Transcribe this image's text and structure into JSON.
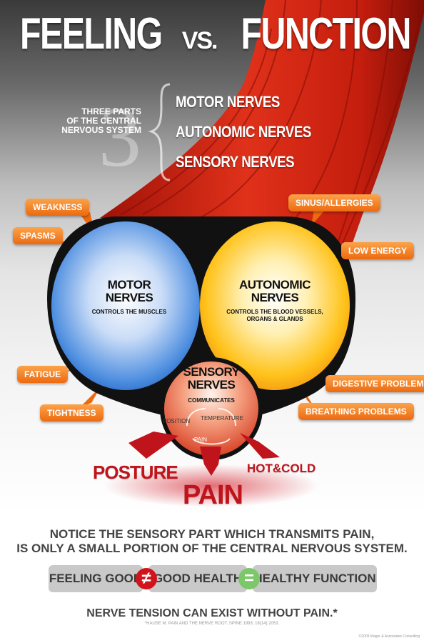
{
  "title": {
    "part1": "FEELING",
    "vs": "VS.",
    "part2": "FUNCTION"
  },
  "intro": {
    "number": "3",
    "label": "THREE PARTS\nOF THE CENTRAL\nNERVOUS SYSTEM"
  },
  "nerve_types": [
    "MOTOR NERVES",
    "AUTONOMIC NERVES",
    "SENSORY NERVES"
  ],
  "motor": {
    "title": "MOTOR\nNERVES",
    "subtitle": "CONTROLS THE MUSCLES"
  },
  "autonomic": {
    "title": "AUTONOMIC\nNERVES",
    "subtitle": "CONTROLS THE BLOOD VESSELS,\nORGANS & GLANDS"
  },
  "sensory": {
    "title": "SENSORY\nNERVES",
    "subtitle": "COMMUNICATES",
    "position": "POSITION",
    "temperature": "TEMPERATURE",
    "pain": "PAIN"
  },
  "callouts_left": [
    "WEAKNESS",
    "SPASMS",
    "FATIGUE",
    "TIGHTNESS"
  ],
  "callouts_right": [
    "SINUS/ALLERGIES",
    "LOW ENERGY",
    "DIGESTIVE PROBLEMS",
    "BREATHING PROBLEMS"
  ],
  "arrows": {
    "posture": "POSTURE",
    "hotcold": "HOT&COLD",
    "pain": "PAIN"
  },
  "note": "NOTICE THE SENSORY PART WHICH TRANSMITS PAIN,\nIS ONLY A SMALL PORTION OF THE CENTRAL NERVOUS SYSTEM.",
  "equation": {
    "feeling": "FEELING GOOD",
    "not_equal": "≠",
    "health": "GOOD HEALTH",
    "equal": "=",
    "function": "HEALTHY FUNCTION"
  },
  "tension": "NERVE TENSION CAN EXIST WITHOUT PAIN.*",
  "citation": "*HAUSE M. PAIN AND THE NERVE ROOT. SPINE 1993; 18(14):2053.",
  "copyright": "©2009 Mager & Associates Consulting",
  "colors": {
    "orange": "#f08a24",
    "red": "#c0141c",
    "blue": "#2f7fd4",
    "yellow": "#ffc21a",
    "green": "#7cc76a"
  }
}
